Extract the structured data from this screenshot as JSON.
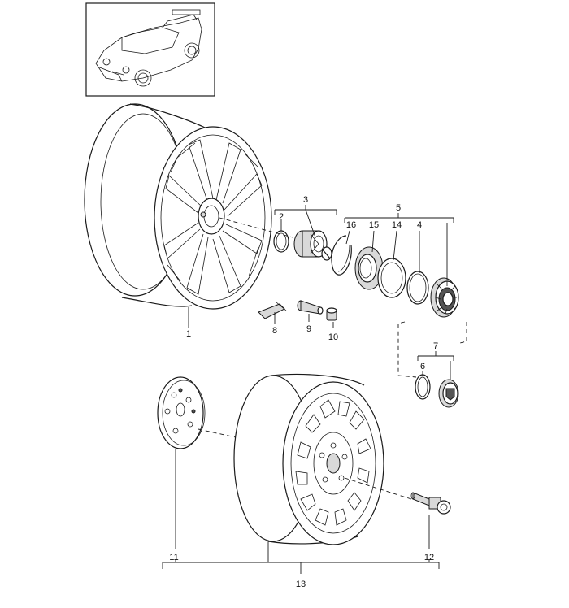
{
  "callouts": {
    "c1": "1",
    "c2": "2",
    "c3": "3",
    "c4": "4",
    "c5": "5",
    "c6": "6",
    "c7": "7",
    "c8": "8",
    "c9": "9",
    "c10": "10",
    "c11": "11",
    "c12": "12",
    "c13": "13",
    "c14": "14",
    "c15": "15",
    "c16": "16"
  },
  "colors": {
    "line": "#1a1a1a",
    "shade": "#d9d9d9",
    "dark": "#555555"
  }
}
